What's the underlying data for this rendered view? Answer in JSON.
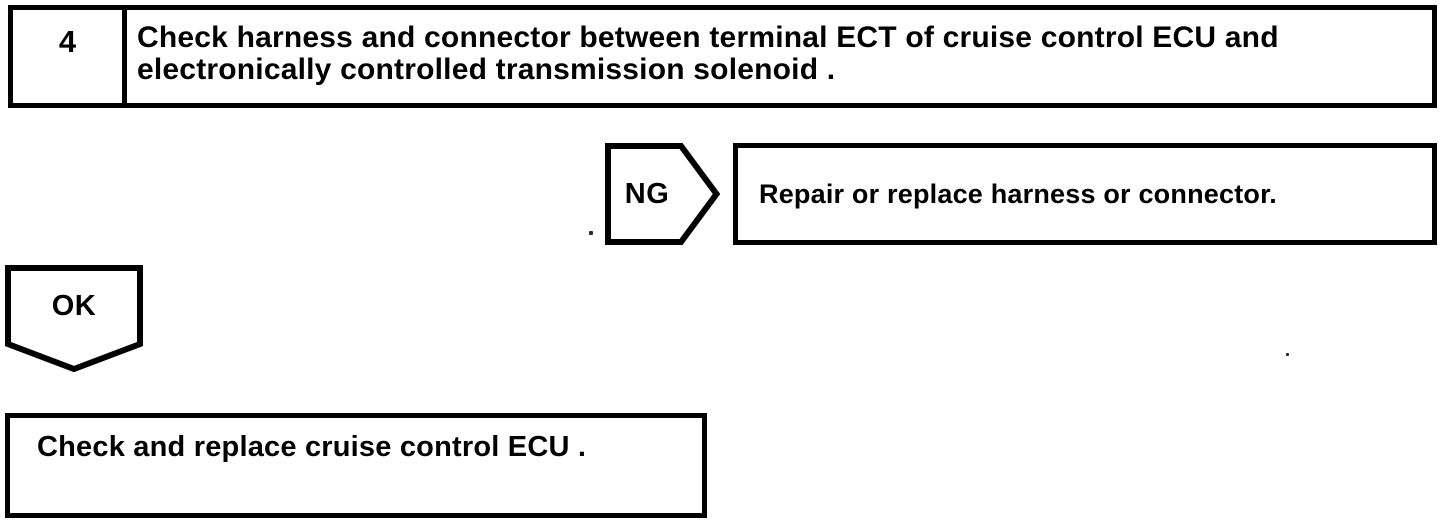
{
  "flowchart": {
    "step": {
      "number": "4",
      "instruction": "Check harness and connector between terminal ECT of cruise control ECU and\nelectronically controlled transmission solenoid ."
    },
    "ng_branch": {
      "label": "NG",
      "action": "Repair or replace harness or connector."
    },
    "ok_branch": {
      "label": "OK",
      "action": "Check and replace cruise control ECU ."
    },
    "colors": {
      "line": "#000000",
      "background": "#ffffff"
    }
  }
}
